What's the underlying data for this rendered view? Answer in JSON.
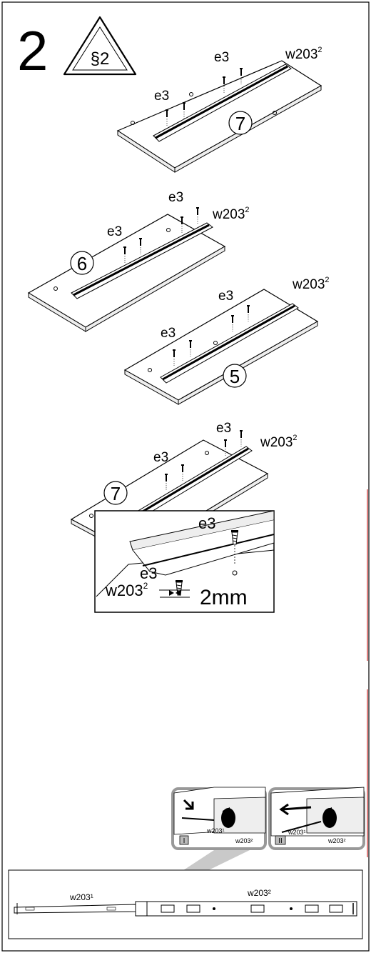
{
  "step_number": "2",
  "warning_sign": {
    "text": "§2"
  },
  "boards": [
    {
      "screw_left": "e3",
      "screw_right": "e3",
      "rail": "w203",
      "rail_sup": "2",
      "part": "7"
    },
    {
      "screw_left": "e3",
      "screw_right": "e3",
      "rail": "w203",
      "rail_sup": "2",
      "part": "6"
    },
    {
      "screw_left": "e3",
      "screw_right": "e3",
      "rail": "w203",
      "rail_sup": "2",
      "part": "5"
    },
    {
      "screw_left": "e3",
      "screw_right": "e3",
      "rail": "w203",
      "rail_sup": "2",
      "part": "7"
    }
  ],
  "detail": {
    "screw_a": "e3",
    "screw_b": "e3",
    "rail": "w203",
    "rail_sup": "2",
    "gap": "2mm"
  },
  "slide_steps": [
    {
      "badge": "I",
      "label_left": "w203¹",
      "label_right": "w203²"
    },
    {
      "badge": "II",
      "label_left": "w203¹",
      "label_right": "w203²"
    }
  ],
  "slide_overview": {
    "label_inner": "w203¹",
    "label_outer": "w203²"
  }
}
